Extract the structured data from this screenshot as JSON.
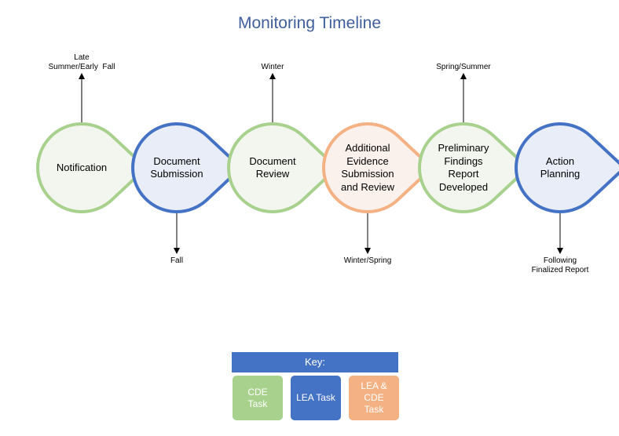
{
  "title": "Monitoring Timeline",
  "colors": {
    "cde_green": "#a9d18e",
    "lea_blue": "#4472c4",
    "both_orange": "#f4b183",
    "green_fill": "#f2f6ee",
    "blue_fill": "#e8edf7",
    "orange_fill": "#fbf1ec"
  },
  "stages": [
    {
      "label_lines": [
        "Notification"
      ],
      "owner": "CDE",
      "timing_lines": [
        "Late",
        "Summer/Early  Fall"
      ],
      "timing_position": "above"
    },
    {
      "label_lines": [
        "Document",
        "Submission"
      ],
      "owner": "LEA",
      "timing_lines": [
        "Fall"
      ],
      "timing_position": "below"
    },
    {
      "label_lines": [
        "Document",
        "Review"
      ],
      "owner": "CDE",
      "timing_lines": [
        "Winter"
      ],
      "timing_position": "above"
    },
    {
      "label_lines": [
        "Additional",
        "Evidence",
        "Submission",
        "and Review"
      ],
      "owner": "LEA & CDE",
      "timing_lines": [
        "Winter/Spring"
      ],
      "timing_position": "below"
    },
    {
      "label_lines": [
        "Preliminary",
        "Findings",
        "Report",
        "Developed"
      ],
      "owner": "CDE",
      "timing_lines": [
        "Spring/Summer"
      ],
      "timing_position": "above"
    },
    {
      "label_lines": [
        "Action",
        "Planning"
      ],
      "owner": "LEA",
      "timing_lines": [
        "Following",
        "Finalized Report"
      ],
      "timing_position": "below"
    }
  ],
  "key": {
    "header": "Key:",
    "items": [
      {
        "label_lines": [
          "CDE",
          "Task"
        ],
        "owner": "CDE"
      },
      {
        "label_lines": [
          "LEA Task"
        ],
        "owner": "LEA"
      },
      {
        "label_lines": [
          "LEA &",
          "CDE",
          "Task"
        ],
        "owner": "LEA & CDE"
      }
    ]
  }
}
